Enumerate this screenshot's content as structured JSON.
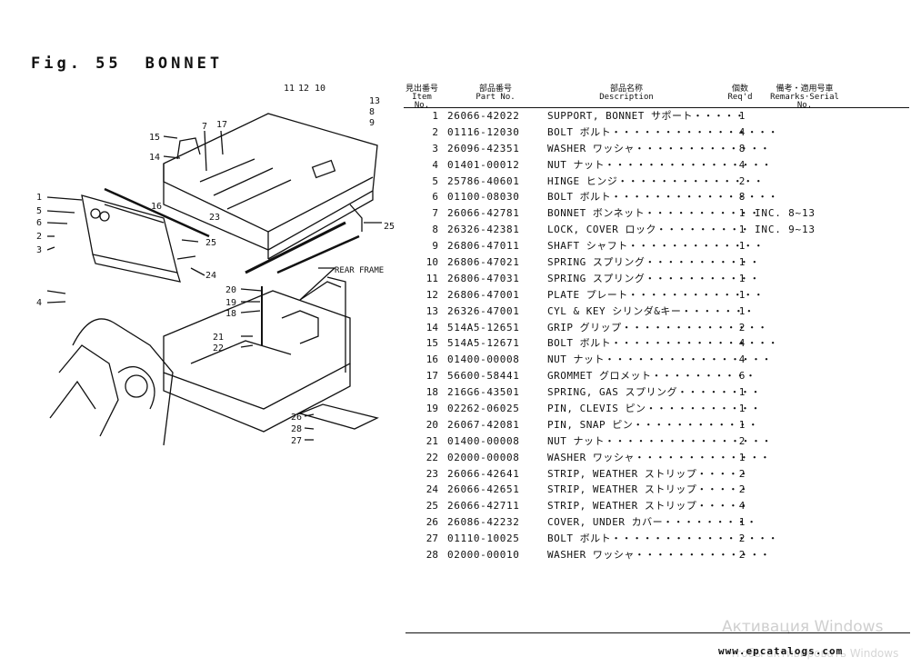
{
  "title": {
    "fig": "Fig. 55",
    "name": "BONNET"
  },
  "table": {
    "headers": {
      "item_jp": "見出番号",
      "item_en": "Item No.",
      "part_jp": "部品番号",
      "part_en": "Part No.",
      "desc_jp": "部品名称",
      "desc_en": "Description",
      "qty_jp": "個数",
      "qty_en": "Req'd",
      "rem_jp": "備考・適用号車",
      "rem_en": "Remarks·Serial No."
    },
    "rows": [
      {
        "no": "1",
        "part": "26066-42022",
        "desc": "SUPPORT, BONNET サポート・・・・・",
        "qty": "1",
        "rem": ""
      },
      {
        "no": "2",
        "part": "01116-12030",
        "desc": "BOLT ボルト・・・・・・・・・・・・・・・・",
        "qty": "4",
        "rem": ""
      },
      {
        "no": "3",
        "part": "26096-42351",
        "desc": "WASHER ワッシャ・・・・・・・・・・・・・",
        "qty": "8",
        "rem": ""
      },
      {
        "no": "4",
        "part": "01401-00012",
        "desc": "NUT ナット・・・・・・・・・・・・・・・・",
        "qty": "4",
        "rem": ""
      },
      {
        "no": "5",
        "part": "25786-40601",
        "desc": "HINGE ヒンジ・・・・・・・・・・・・・・",
        "qty": "2",
        "rem": ""
      },
      {
        "no": "6",
        "part": "01100-08030",
        "desc": "BOLT ボルト・・・・・・・・・・・・・・・・",
        "qty": "8",
        "rem": ""
      },
      {
        "no": "7",
        "part": "26066-42781",
        "desc": "BONNET ボンネット・・・・・・・・・・・",
        "qty": "1",
        "rem": "INC. 8~13"
      },
      {
        "no": "8",
        "part": "26326-42381",
        "desc": "LOCK, COVER ロック・・・・・・・・・",
        "qty": "1",
        "rem": "INC. 9~13"
      },
      {
        "no": "9",
        "part": "26806-47011",
        "desc": "SHAFT シャフト・・・・・・・・・・・・・",
        "qty": "1",
        "rem": ""
      },
      {
        "no": "10",
        "part": "26806-47021",
        "desc": "SPRING スプリング・・・・・・・・・・・",
        "qty": "1",
        "rem": ""
      },
      {
        "no": "11",
        "part": "26806-47031",
        "desc": "SPRING スプリング・・・・・・・・・・・",
        "qty": "1",
        "rem": ""
      },
      {
        "no": "12",
        "part": "26806-47001",
        "desc": "PLATE プレート・・・・・・・・・・・・・",
        "qty": "1",
        "rem": ""
      },
      {
        "no": "13",
        "part": "26326-47001",
        "desc": "CYL & KEY シリンダ&キー・・・・・・・",
        "qty": "1",
        "rem": ""
      },
      {
        "no": "14",
        "part": "514A5-12651",
        "desc": "GRIP グリップ・・・・・・・・・・・・・・",
        "qty": "2",
        "rem": ""
      },
      {
        "no": "15",
        "part": "514A5-12671",
        "desc": "BOLT ボルト・・・・・・・・・・・・・・・・",
        "qty": "4",
        "rem": ""
      },
      {
        "no": "16",
        "part": "01400-00008",
        "desc": "NUT ナット・・・・・・・・・・・・・・・・",
        "qty": "4",
        "rem": ""
      },
      {
        "no": "17",
        "part": "56600-58441",
        "desc": "GROMMET グロメット・・・・・・・・・・",
        "qty": "6",
        "rem": ""
      },
      {
        "no": "18",
        "part": "216G6-43501",
        "desc": "SPRING, GAS スプリング・・・・・・・・",
        "qty": "1",
        "rem": ""
      },
      {
        "no": "19",
        "part": "02262-06025",
        "desc": "PIN, CLEVIS ピン・・・・・・・・・・・",
        "qty": "1",
        "rem": ""
      },
      {
        "no": "20",
        "part": "26067-42081",
        "desc": "PIN, SNAP ピン・・・・・・・・・・・・",
        "qty": "1",
        "rem": ""
      },
      {
        "no": "21",
        "part": "01400-00008",
        "desc": "NUT ナット・・・・・・・・・・・・・・・・",
        "qty": "2",
        "rem": ""
      },
      {
        "no": "22",
        "part": "02000-00008",
        "desc": "WASHER ワッシャ・・・・・・・・・・・・・",
        "qty": "1",
        "rem": ""
      },
      {
        "no": "23",
        "part": "26066-42641",
        "desc": "STRIP, WEATHER ストリップ・・・・・",
        "qty": "2",
        "rem": ""
      },
      {
        "no": "24",
        "part": "26066-42651",
        "desc": "STRIP, WEATHER ストリップ・・・・・",
        "qty": "2",
        "rem": ""
      },
      {
        "no": "25",
        "part": "26066-42711",
        "desc": "STRIP, WEATHER ストリップ・・・・・",
        "qty": "4",
        "rem": ""
      },
      {
        "no": "26",
        "part": "26086-42232",
        "desc": "COVER, UNDER カバー・・・・・・・・・",
        "qty": "1",
        "rem": ""
      },
      {
        "no": "27",
        "part": "01110-10025",
        "desc": "BOLT ボルト・・・・・・・・・・・・・・・・",
        "qty": "2",
        "rem": ""
      },
      {
        "no": "28",
        "part": "02000-00010",
        "desc": "WASHER ワッシャ・・・・・・・・・・・・・",
        "qty": "2",
        "rem": ""
      }
    ]
  },
  "diagram": {
    "rear_frame_label": "REAR FRAME",
    "callouts": [
      "1",
      "2",
      "3",
      "4",
      "5",
      "6",
      "7",
      "8",
      "9",
      "10",
      "11",
      "12",
      "13",
      "14",
      "15",
      "16",
      "17",
      "18",
      "19",
      "20",
      "21",
      "22",
      "23",
      "24",
      "25",
      "26",
      "27",
      "28"
    ]
  },
  "footer": {
    "site": "www.epcatalogs.com"
  },
  "watermark": {
    "line1": "Активация Windows",
    "line2": "Чтобы активировать Windows"
  }
}
